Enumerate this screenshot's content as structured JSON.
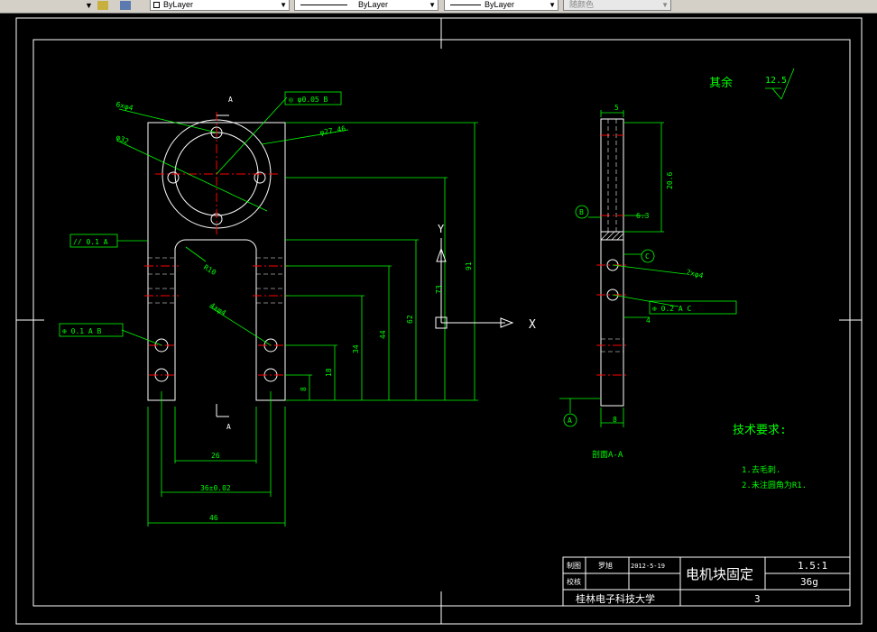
{
  "toolbar": {
    "layer_value": "ByLayer",
    "linetype_value": "ByLayer",
    "lineweight_value": "ByLayer",
    "color_value": "随颜色"
  },
  "drawing": {
    "front_view": {
      "dim_width_total": "46",
      "dim_width_mid": "36±0.02",
      "dim_width_gap": "26",
      "dim_h_total": "91",
      "dim_h_73": "73",
      "dim_h_62": "62",
      "dim_h_44": "44",
      "dim_h_34": "34",
      "dim_h_18": "18",
      "dim_h_8": "8",
      "hole_small_callout": "6xφ4",
      "circle_outer_callout": "φ32",
      "circle_pcd_callout": "φ27.46",
      "slot_radius_callout": "R10",
      "hole_lower_callout": "4xφ4",
      "concentric_tol": "◎ φ0.05 B",
      "parallel_tol": "// 0.1 A",
      "position_tol": "⊕ 0.1 A B",
      "section_label_top": "A",
      "section_label_bottom": "A",
      "axis_y": "Y",
      "axis_x": "X"
    },
    "side_view": {
      "dim_thickness": "5",
      "dim_height": "20.6",
      "dim_chamfer": "6.3",
      "dim_bottom": "8",
      "dim_gap": "4",
      "hole_callout": "2xφ4",
      "datum_b": "B",
      "datum_c": "C",
      "datum_a": "A",
      "position_tol": "⊕ 0.2 A C",
      "section_caption": "剖面A-A"
    },
    "surface_finish_label": "其余",
    "surface_finish_value": "12.5",
    "tech_req_title": "技术要求:",
    "tech_req_1": "1.去毛刺.",
    "tech_req_2": "2.未注圆角为R1.",
    "title_block": {
      "drawn_label": "制图",
      "drawn_name": "罗旭",
      "drawn_date": "2012-5-19",
      "check_label": "校核",
      "part_name": "电机块固定",
      "scale": "1.5:1",
      "weight": "36g",
      "school": "桂林电子科技大学",
      "sheet": "3"
    }
  },
  "colors": {
    "geometry": "#ffffff",
    "dimension": "#00ff00",
    "centerline": "#ff0000",
    "background": "#000000"
  }
}
